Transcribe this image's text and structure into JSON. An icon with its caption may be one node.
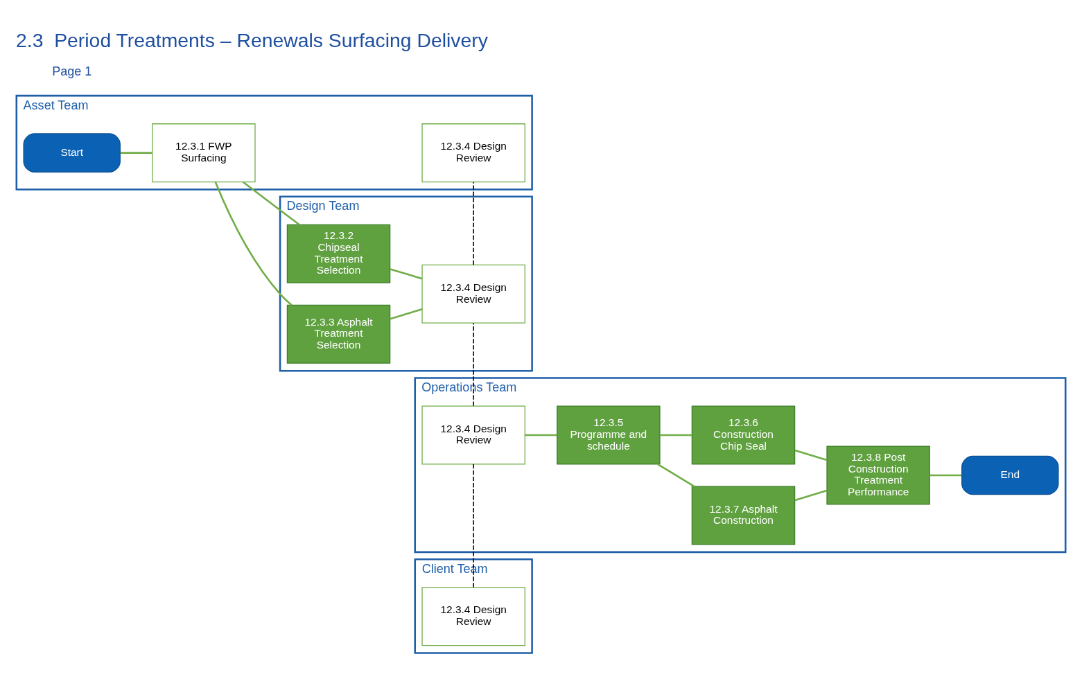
{
  "diagram": {
    "title": "2.3  Period Treatments – Renewals Surfacing Delivery",
    "nodes": [
      {
        "text": [
          "Client Team"
        ]
      },
      {
        "text": [
          "12.3.4 Design Review"
        ],
        "in": 0
      },
      {
        "text": [
          "Operations Team"
        ]
      },
      {
        "text": [
          "12.3.4 Design Review"
        ],
        "in": 2
      },
      {
        "text": [
          "12.3.5 Programme and schedule"
        ],
        "in": 2
      },
      {
        "text": [
          "12.3.6 Construction Chip Seal"
        ],
        "in": 2
      },
      {
        "text": [
          "12.3.7 Asphalt Construction"
        ],
        "in": 2
      },
      {
        "text": [
          "12.3.8 Post Construction Treatment Performance"
        ],
        "in": 2
      },
      {
        "text": [
          "End"
        ],
        "in": 2
      },
      {
        "text": [
          "Design Team"
        ]
      },
      {
        "text": [
          "12.3.3 Asphalt Treatment Selection"
        ],
        "in": 9
      },
      {
        "text": [
          "12.3.2 Chipseal Treatment Selection"
        ],
        "in": 9
      },
      {
        "text": [
          "12.3.4 Design Review"
        ],
        "in": 9
      },
      {
        "text": [
          "Asset Team"
        ]
      },
      {
        "text": [
          "Start"
        ],
        "in": 13
      },
      {
        "text": [
          "12.3.1 FWP Surfacing"
        ],
        "in": 13
      },
      {
        "text": [
          "12.3.4 Design Review"
        ],
        "in": 13
      }
    ],
    "edges": [
      {
        "from": 14,
        "to": 15,
        "arrow": "none"
      },
      {
        "from": 15,
        "to": 10,
        "arrow": "none"
      },
      {
        "from": 15,
        "to": 11,
        "arrow": "none"
      },
      {
        "from": 10,
        "to": 12,
        "arrow": "none"
      },
      {
        "from": 11,
        "to": 12,
        "arrow": "none"
      },
      {
        "from": 3,
        "to": 4,
        "arrow": "none"
      },
      {
        "from": 4,
        "to": 5,
        "arrow": "none"
      },
      {
        "from": 4,
        "to": 6,
        "arrow": "none"
      },
      {
        "from": 5,
        "to": 7,
        "arrow": "none"
      },
      {
        "from": 6,
        "to": 7,
        "arrow": "none"
      },
      {
        "from": 7,
        "to": 8,
        "arrow": "none"
      },
      {
        "from": 1,
        "to": 3,
        "arrow": "none",
        "style": "dashed",
        "color": "#000000"
      },
      {
        "from": 3,
        "to": 12,
        "arrow": "none",
        "style": "dashed",
        "color": "#000000"
      },
      {
        "from": 12,
        "to": 16,
        "arrow": "none",
        "style": "dashed",
        "color": "#000000"
      }
    ],
    "labels": [
      "Page 1"
    ]
  }
}
